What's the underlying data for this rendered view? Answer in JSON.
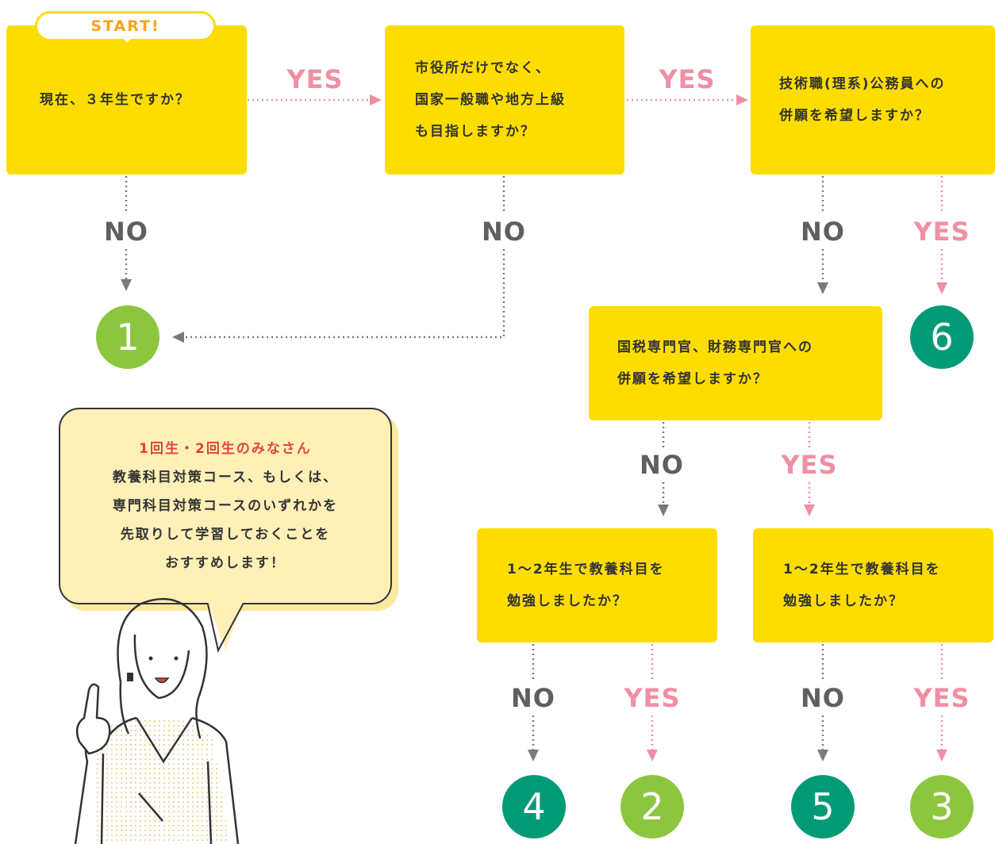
{
  "start": "START!",
  "questions": {
    "q1": [
      "現在、３年生ですか？"
    ],
    "q2": [
      "市役所だけでなく、",
      "国家一般職や地方上級",
      "も目指しますか？"
    ],
    "q3": [
      "技術職(理系)公務員への",
      "併願を希望しますか？"
    ],
    "q4": [
      "国税専門官、財務専門官への",
      "併願を希望しますか？"
    ],
    "q5": [
      "1〜2年生で教養科目を",
      "勉強しましたか？"
    ],
    "q6": [
      "1〜2年生で教養科目を",
      "勉強しましたか？"
    ]
  },
  "labels": {
    "yes": "YES",
    "no": "NO"
  },
  "results": {
    "r1": "1",
    "r6": "6",
    "r4": "4",
    "r2": "2",
    "r5": "5",
    "r3": "3"
  },
  "bubble": {
    "heading": "1回生・2回生のみなさん",
    "lines": [
      "教養科目対策コース、もしくは、",
      "専門科目対策コースのいずれかを",
      "先取りして学習しておくことを",
      "おすすめします！"
    ]
  },
  "colors": {
    "box": "#fddd00",
    "yes": "#f08fa3",
    "no": "#5f5f5f",
    "green": "#8cc63f",
    "teal": "#009b76"
  }
}
